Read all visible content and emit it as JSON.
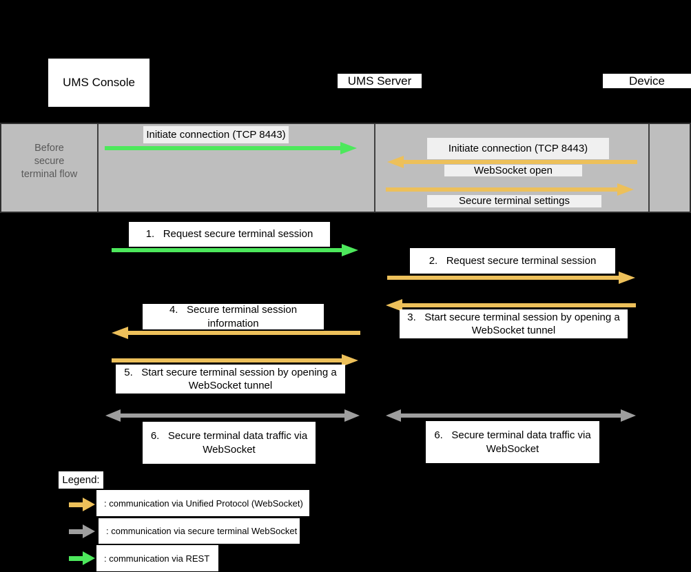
{
  "colors": {
    "background": "#000000",
    "text": "#000000",
    "label_background": "#FFFFFF",
    "band_background": "#BEBEBE",
    "band_label_background": "#F0F0F0",
    "band_title_text": "#595959",
    "rest_arrow": "#4DE85C",
    "unified_protocol_arrow": "#EDC05A",
    "secure_terminal_arrow": "#9E9E9E"
  },
  "nodes": {
    "console": "UMS Console",
    "server": "UMS Server",
    "device": "Device"
  },
  "before_flow": {
    "title": "Before secure terminal flow",
    "msg_initiate_console": "Initiate connection (TCP 8443)",
    "msg_initiate_device": "Initiate connection (TCP 8443)",
    "msg_websocket_open": "WebSocket open",
    "msg_secure_settings": "Secure terminal settings"
  },
  "steps": [
    {
      "label": "1.   Request secure terminal session",
      "protocol": "rest",
      "from": "ums-console",
      "to": "ums-server"
    },
    {
      "label": "2.   Request secure terminal session",
      "protocol": "unified-protocol",
      "from": "ums-server",
      "to": "device"
    },
    {
      "label": "3.   Start secure terminal session by opening a WebSocket tunnel",
      "protocol": "unified-protocol",
      "from": "device",
      "to": "ums-server"
    },
    {
      "label": "4.   Secure terminal session information",
      "protocol": "unified-protocol",
      "from": "ums-server",
      "to": "ums-console"
    },
    {
      "label": "5.   Start secure terminal session by opening a WebSocket tunnel",
      "protocol": "unified-protocol",
      "from": "ums-console",
      "to": "ums-server"
    },
    {
      "label": "6.   Secure terminal data traffic via WebSocket",
      "protocol": "secure-terminal",
      "from": "ums-console",
      "to": "ums-server"
    },
    {
      "label": "6.   Secure terminal data traffic via WebSocket",
      "protocol": "secure-terminal",
      "from": "ums-server",
      "to": "device"
    }
  ],
  "legend": {
    "title": "Legend:",
    "items": [
      {
        "label": ": communication via Unified Protocol (WebSocket)",
        "protocol": "unified-protocol"
      },
      {
        "label": ": communication via secure terminal WebSocket",
        "protocol": "secure-terminal"
      },
      {
        "label": ": communication via REST",
        "protocol": "rest"
      }
    ]
  }
}
